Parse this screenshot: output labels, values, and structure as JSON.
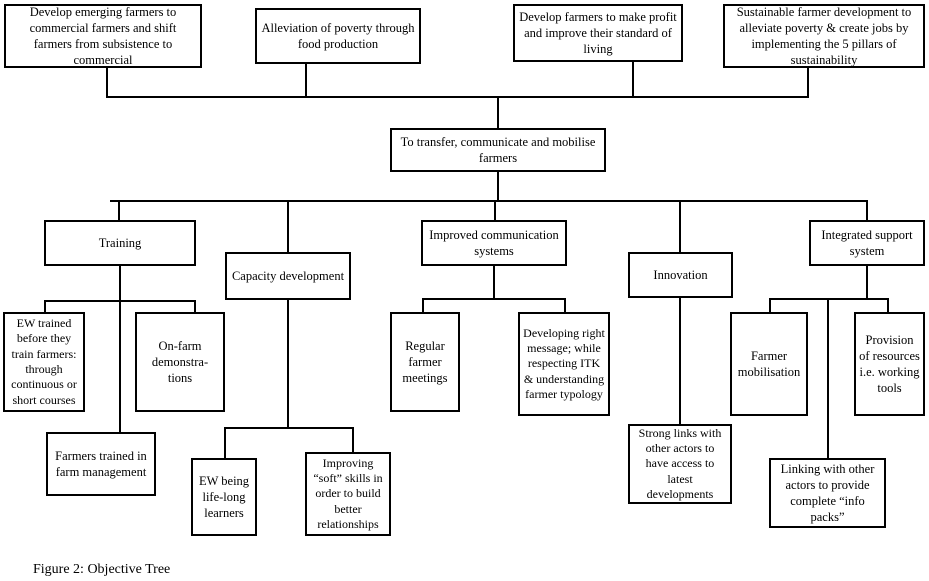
{
  "figure": {
    "caption": "Figure 2: Objective Tree",
    "background_color": "#ffffff",
    "line_color": "#000000",
    "text_color": "#000000"
  },
  "goals": [
    {
      "id": "goal-1",
      "label": "Develop emerging farmers to commercial farmers and shift farmers from subsistence to commercial"
    },
    {
      "id": "goal-2",
      "label": "Alleviation of poverty through food production"
    },
    {
      "id": "goal-3",
      "label": "Develop farmers to make profit and improve their standard of living"
    },
    {
      "id": "goal-4",
      "label": "Sustainable farmer development to alleviate poverty & create jobs by implementing the 5 pillars of sustainability"
    }
  ],
  "purpose": {
    "id": "purpose",
    "label": "To transfer, communicate and mobilise farmers"
  },
  "outputs": [
    {
      "id": "training",
      "label": "Training"
    },
    {
      "id": "capacity-development",
      "label": "Capacity development"
    },
    {
      "id": "improved-communication-systems",
      "label": "Improved communication systems"
    },
    {
      "id": "innovation",
      "label": "Innovation"
    },
    {
      "id": "integrated-support-system",
      "label": "Integrated support system"
    }
  ],
  "activities": {
    "training": [
      {
        "id": "ew-trained",
        "label": "EW trained before they train farmers: through continuous or short courses"
      },
      {
        "id": "on-farm-demonstrations",
        "label": "On-farm demonstra-tions"
      },
      {
        "id": "farmers-trained-farm-management",
        "label": "Farmers trained in farm management"
      }
    ],
    "capacity_development": [
      {
        "id": "ew-life-long-learners",
        "label": "EW being life-long learners"
      },
      {
        "id": "improving-soft-skills",
        "label": "Improving “soft” skills in order to build better relationships"
      }
    ],
    "improved_communication_systems": [
      {
        "id": "regular-farmer-meetings",
        "label": "Regular farmer meetings"
      },
      {
        "id": "developing-right-message",
        "label": "Developing right message; while respecting ITK & understanding farmer typology"
      }
    ],
    "innovation": [
      {
        "id": "strong-links-other-actors",
        "label": "Strong links with other actors to have access to latest developments"
      }
    ],
    "integrated_support_system": [
      {
        "id": "farmer-mobilisation",
        "label": "Farmer mobilisation"
      },
      {
        "id": "provision-of-resources",
        "label": "Provision of resources i.e. working tools"
      },
      {
        "id": "linking-with-other-actors",
        "label": "Linking with other actors to provide complete “info packs”"
      }
    ]
  }
}
